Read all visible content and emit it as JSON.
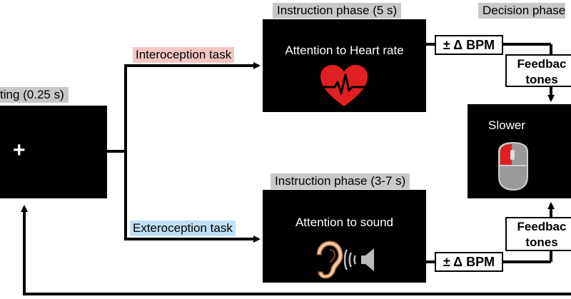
{
  "fixation": {
    "label": "ting (0.25 s)",
    "symbol": "+"
  },
  "interoception": {
    "task_label": "Interoception task",
    "task_color": "#f4c6c6",
    "phase_label": "Instruction phase (5 s)",
    "instruction_text": "Attention to Heart rate",
    "icon": "heart-icon",
    "icon_color": "#e02020"
  },
  "exteroception": {
    "task_label": "Exteroception task",
    "task_color": "#bfe0f7",
    "phase_label": "Instruction phase (3-7 s)",
    "instruction_text": "Attention to sound",
    "icons": [
      "ear-icon",
      "speaker-icon"
    ]
  },
  "bpm_top": "± Δ BPM",
  "bpm_bottom": "± Δ BPM",
  "feedback_top": {
    "line1": "Feedbac",
    "line2": "tones"
  },
  "feedback_bottom": {
    "line1": "Feedbac",
    "line2": "tones"
  },
  "decision": {
    "phase_label": "Decision phase",
    "option_left": "Slower",
    "icon": "mouse-icon",
    "accent_color": "#e02020"
  }
}
